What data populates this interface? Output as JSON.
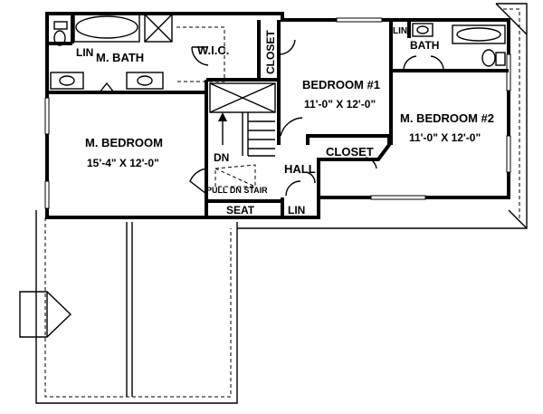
{
  "rooms": {
    "lin_top": "LIN",
    "master_bath": "M. BATH",
    "wic": "W.I.C.",
    "closet_vertical": "CLOSET",
    "bedroom1_name": "BEDROOM #1",
    "bedroom1_dims": "11'-0\" X 12'-0\"",
    "lin_small": "LIN",
    "bath": "BATH",
    "master_bedroom_name": "M. BEDROOM",
    "master_bedroom_dims": "15'-4\" X 12'-0\"",
    "master_bedroom2_name": "M. BEDROOM #2",
    "master_bedroom2_dims": "11'-0\" X 12'-0\"",
    "dn": "DN",
    "closet": "CLOSET",
    "hall": "HALL",
    "pull_dn_stair": "PULL DN STAIR",
    "seat": "SEAT",
    "lin_bottom": "LIN"
  }
}
